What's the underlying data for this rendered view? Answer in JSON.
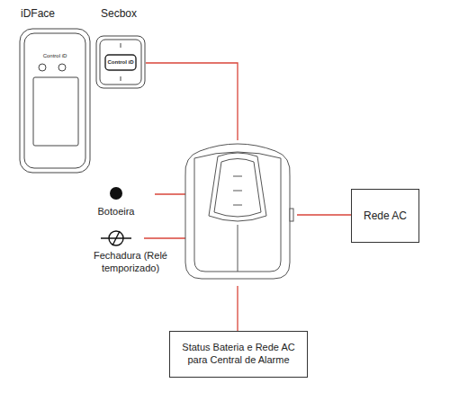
{
  "diagram": {
    "nodes": [
      {
        "text": [
          "iDFace"
        ]
      },
      {
        "text": [
          "Secbox"
        ]
      },
      {
        "text": [
          "Botoeira"
        ]
      },
      {
        "text": [
          "Fechadura (Relé temporizado)"
        ]
      },
      {
        "text": [
          "Rede AC"
        ]
      },
      {
        "text": [
          "Status Bateria e Rede AC para Central de Alarme"
        ]
      }
    ],
    "labels": [
      "Control iD",
      "Control iD"
    ]
  }
}
